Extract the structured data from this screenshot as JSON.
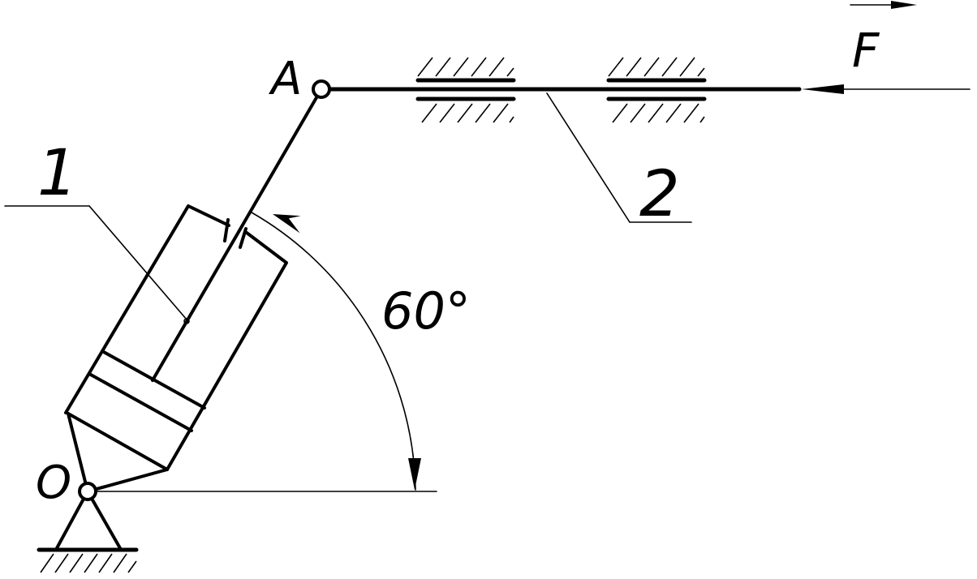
{
  "labels": {
    "point_a": "A",
    "point_o": "O",
    "force": "F",
    "part_1": "1",
    "part_2": "2",
    "angle": "60°"
  }
}
